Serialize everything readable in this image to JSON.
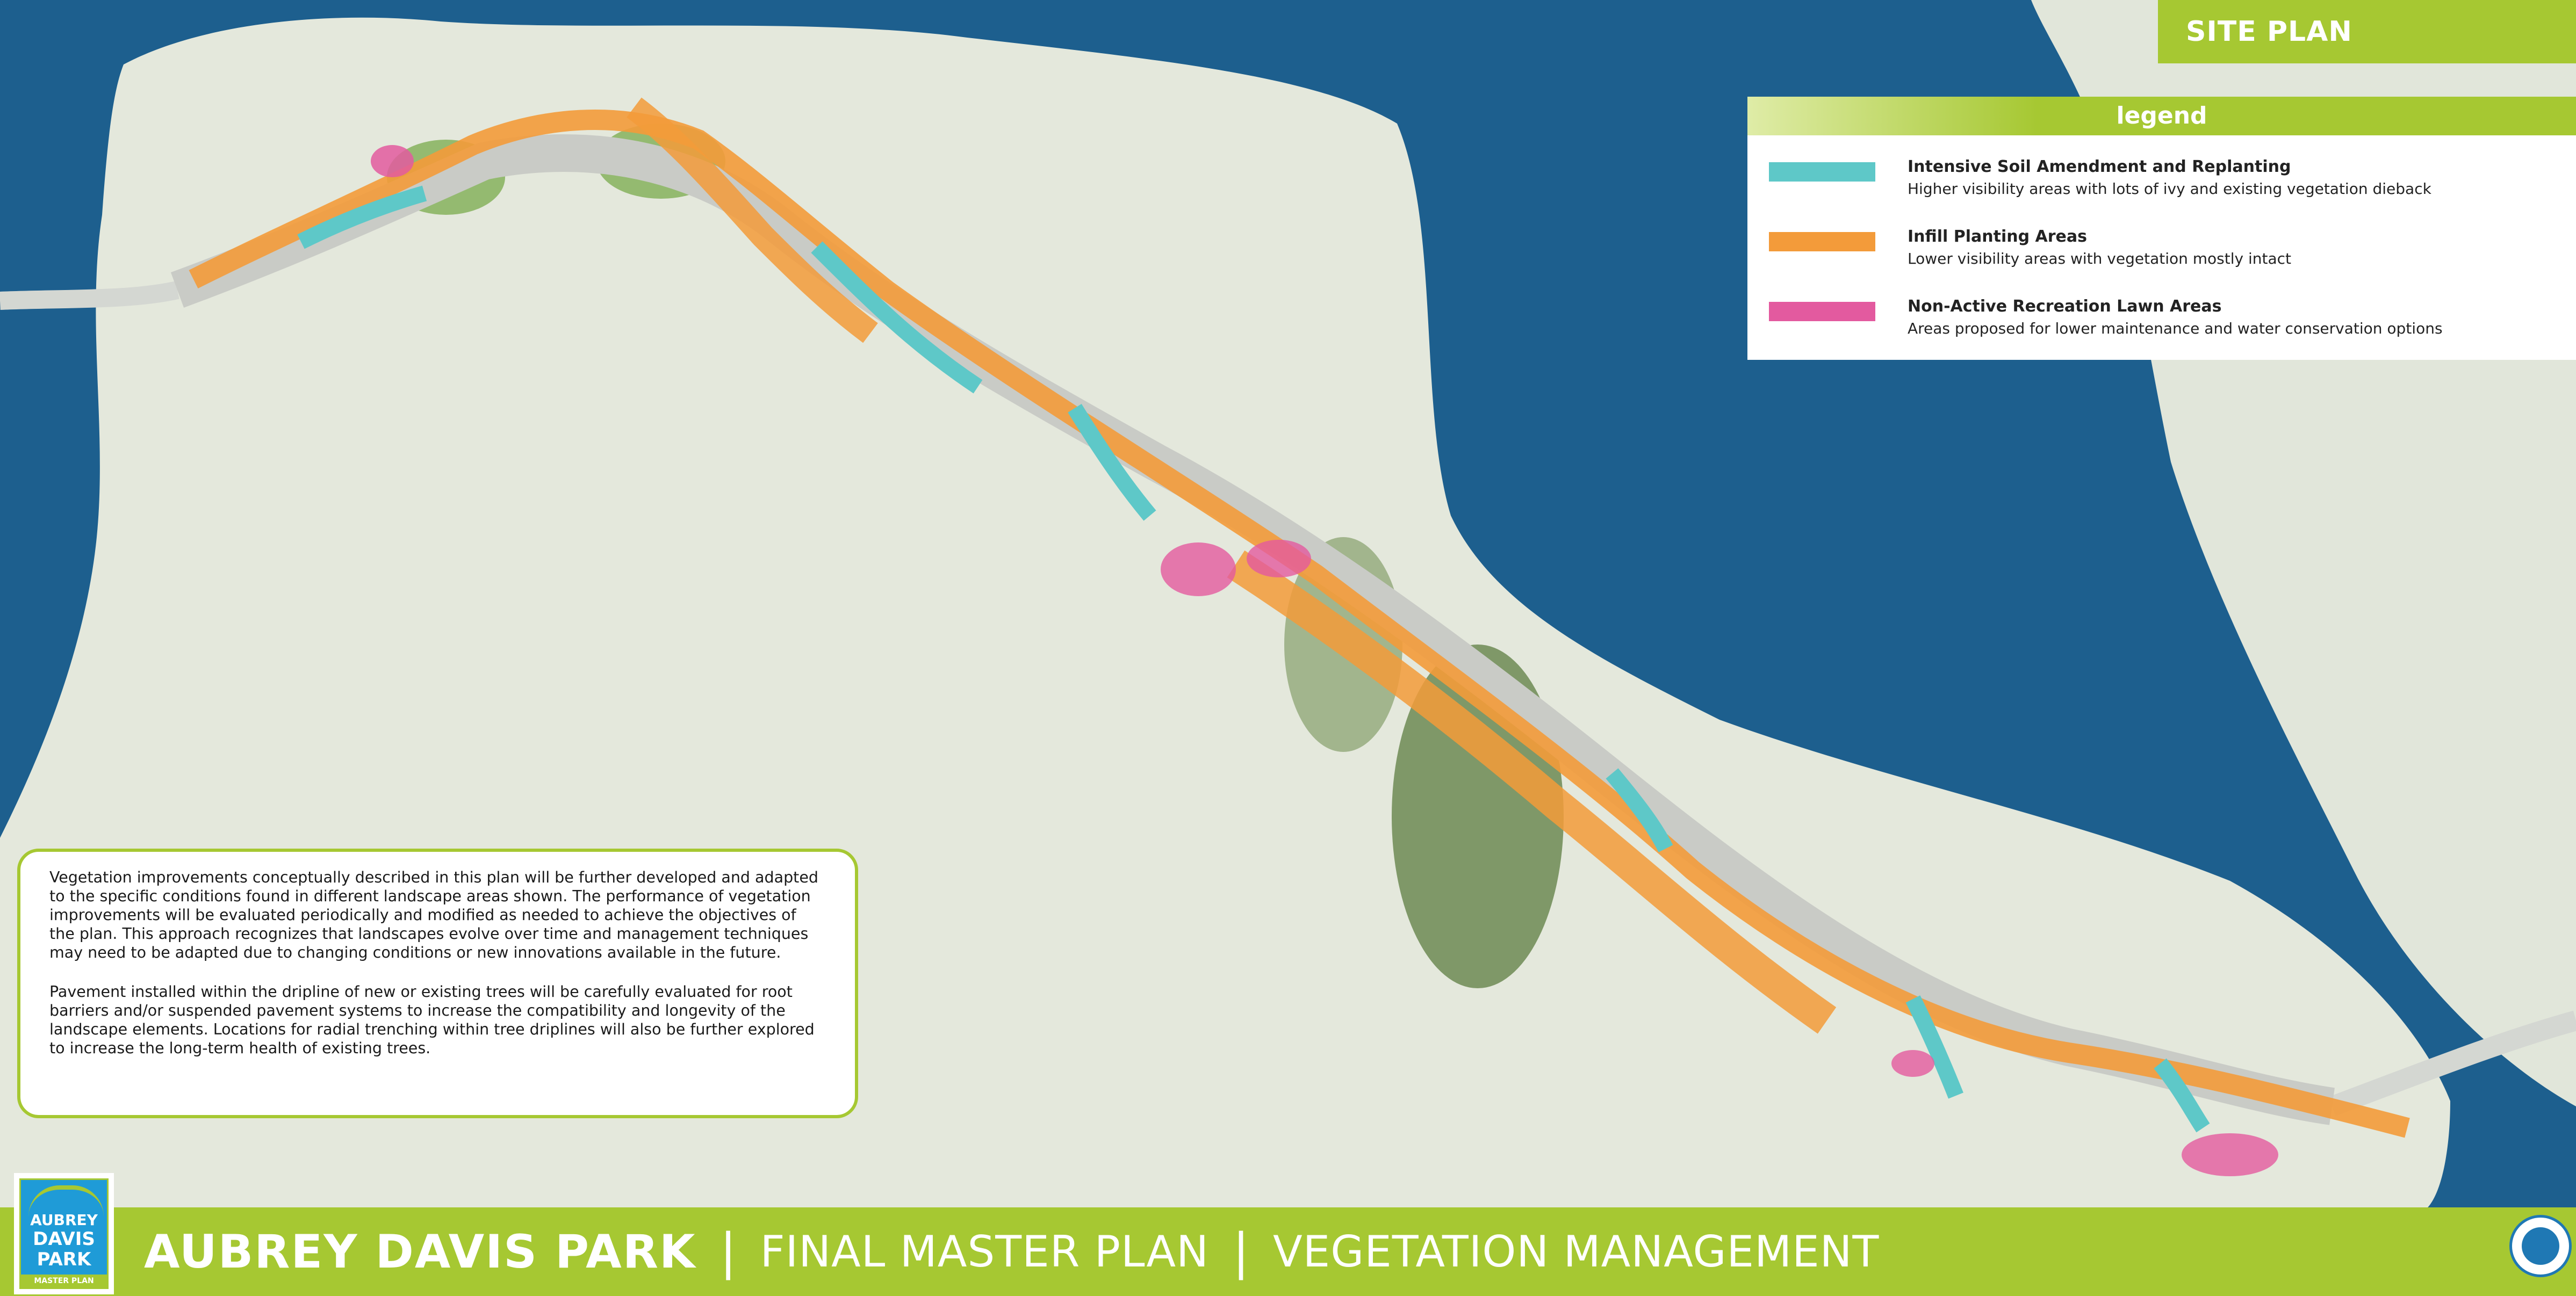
{
  "header": {
    "tab_label": "SITE PLAN"
  },
  "legend": {
    "heading": "legend",
    "items": [
      {
        "color": "#5ec8c8",
        "title": "Intensive Soil Amendment and Replanting",
        "description": "Higher visibility areas with lots of ivy and existing vegetation dieback"
      },
      {
        "color": "#f39b3a",
        "title": "Infill Planting Areas",
        "description": "Lower visibility areas with vegetation mostly intact"
      },
      {
        "color": "#e35a9f",
        "title": "Non-Active Recreation Lawn Areas",
        "description": "Areas proposed for lower maintenance and water conservation options"
      }
    ]
  },
  "notes": {
    "paragraphs": [
      "Vegetation improvements conceptually described in this plan will be further developed and adapted to the specific conditions found in different landscape areas shown. The performance of vegetation improvements will be evaluated periodically and modified as needed to achieve the objectives of the plan. This approach recognizes that landscapes evolve over time and management techniques may need to be adapted due to changing conditions or new innovations available in the future.",
      "Pavement installed within the dripline of new or existing trees will be carefully evaluated for root barriers and/or suspended pavement systems to increase the compatibility and longevity of the landscape elements. Locations for radial trenching within tree driplines will also be further explored to increase the long-term health of existing trees."
    ]
  },
  "footer": {
    "park_name": "AUBREY DAVIS PARK",
    "separator": "|",
    "plan_name": "FINAL MASTER PLAN",
    "sheet_name": "VEGETATION MANAGEMENT"
  },
  "logo": {
    "line1": "AUBREY",
    "line2": "DAVIS",
    "line3": "PARK",
    "subtitle": "MASTER PLAN"
  },
  "colors": {
    "water": "#1d5f8e",
    "land": "#e7eadf",
    "brand_green": "#a6c832",
    "teal": "#5ec8c8",
    "orange": "#f39b3a",
    "pink": "#e35a9f"
  }
}
